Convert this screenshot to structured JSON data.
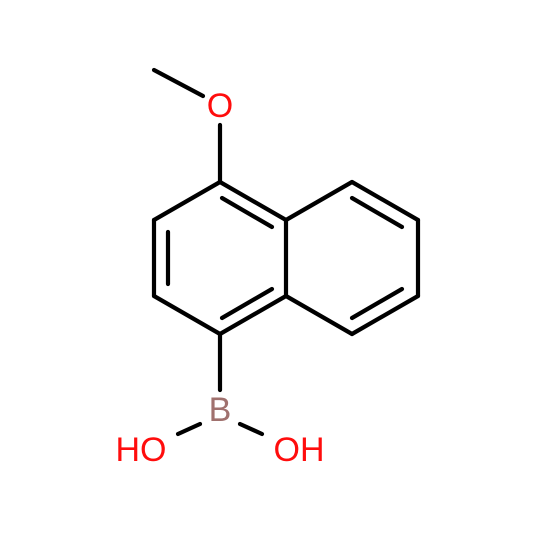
{
  "molecule": {
    "atoms": [
      {
        "id": "oxygen-methoxy",
        "symbol": "O",
        "color": "#ff0d0d"
      },
      {
        "id": "boron",
        "symbol": "B",
        "color": "#a0716e"
      },
      {
        "id": "hydroxyl-left",
        "symbol": "HO",
        "color": "#ff0d0d"
      },
      {
        "id": "hydroxyl-right",
        "symbol": "OH",
        "color": "#ff0d0d"
      }
    ]
  }
}
